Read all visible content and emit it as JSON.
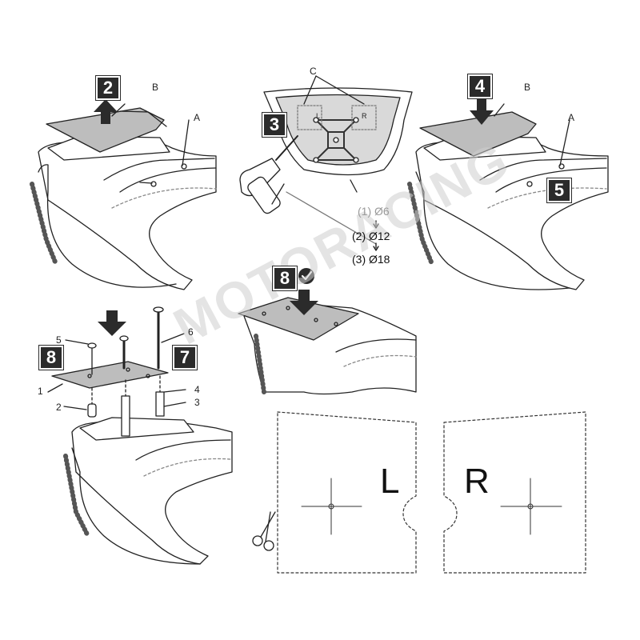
{
  "steps": {
    "s2": "2",
    "s3": "3",
    "s4": "4",
    "s5": "5",
    "s7": "7",
    "s8a": "8",
    "s8b": "8"
  },
  "labels": {
    "B_left": "B",
    "A_left": "A",
    "C": "C",
    "B_right": "B",
    "A_right": "A",
    "L_small": "L",
    "R_small": "R"
  },
  "drill": {
    "d1": "(1) Ø6",
    "d2": "(2) Ø12",
    "d3": "(3) Ø18"
  },
  "parts": {
    "p1": "1",
    "p2": "2",
    "p3": "3",
    "p4": "4",
    "p5": "5",
    "p6": "6"
  },
  "template": {
    "left_letter": "L",
    "right_letter": "R"
  },
  "watermark": "MOTORACING",
  "icons": {
    "check": "check-circle-icon",
    "scissors": "scissors-icon",
    "arrow": "arrow-icon"
  }
}
